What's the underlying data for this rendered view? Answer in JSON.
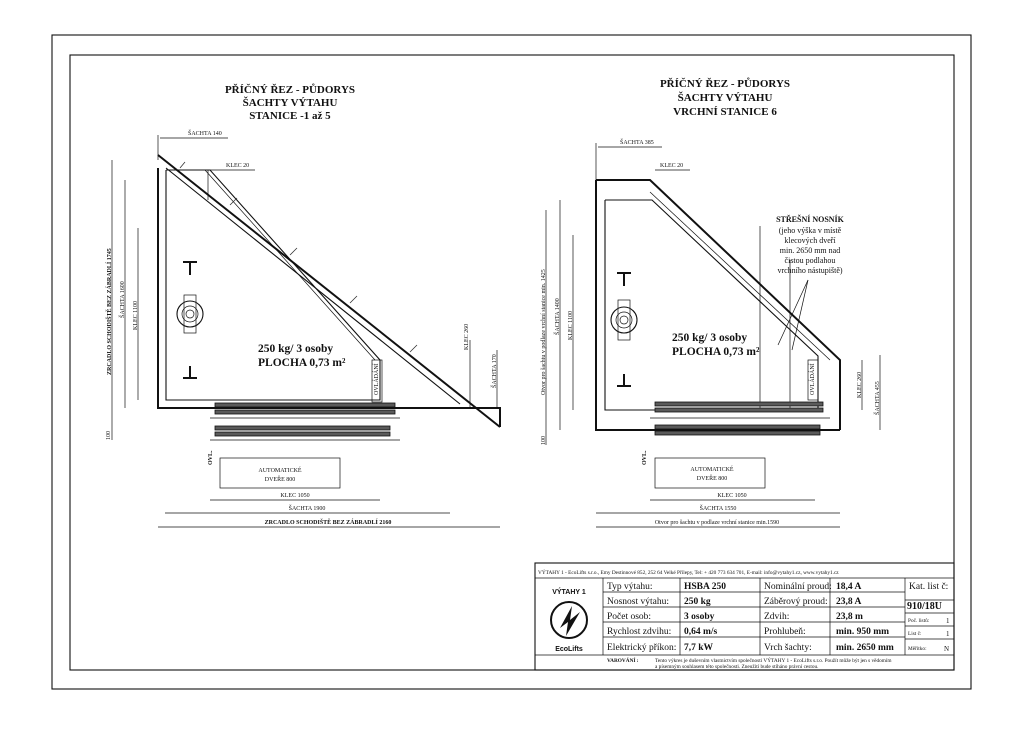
{
  "left": {
    "title_line1": "PŘÍČNÝ ŘEZ - PŮDORYS",
    "title_line2": "ŠACHTY VÝTAHU",
    "title_line3": "STANICE -1 až 5",
    "capacity": "250 kg/ 3 osoby",
    "area": "PLOCHA 0,73 m²",
    "ovladani": "OVLÁDÁNÍ",
    "ovl": "OVL.",
    "door_line1": "AUTOMATICKÉ",
    "door_line2": "DVEŘE 800",
    "dims": {
      "sachta140": "ŠACHTA 140",
      "klec20": "KLEC 20",
      "zrcadlo1745": "ZRCADLO SCHODIŠTĚ BEZ ZÁBRADLÍ 1745",
      "sachta1600": "ŠACHTA 1600",
      "klec1100": "KLEC 1100",
      "d100": "100",
      "klec260": "KLEC 260",
      "sachta170": "ŠACHTA 170",
      "klec1050": "KLEC 1050",
      "sachta1900": "ŠACHTA 1900",
      "zrcadlo2160": "ZRCADLO SCHODIŠTĚ BEZ ZÁBRADLÍ 2160"
    }
  },
  "right": {
    "title_line1": "PŘÍČNÝ ŘEZ - PŮDORYS",
    "title_line2": "ŠACHTY VÝTAHU",
    "title_line3": "VRCHNÍ STANICE 6",
    "capacity": "250 kg/ 3 osoby",
    "area": "PLOCHA 0,73 m²",
    "ovladani": "OVLÁDÁNÍ",
    "ovl": "OVL.",
    "door_line1": "AUTOMATICKÉ",
    "door_line2": "DVEŘE 800",
    "beam_note": [
      "STŘEŠNÍ NOSNÍK",
      "(jeho výška v místě",
      "klecových dveří",
      "min. 2650 mm nad",
      "čistou podlahou",
      "vrchního nástupiště)"
    ],
    "dims": {
      "sachta385": "ŠACHTA 385",
      "klec20": "KLEC 20",
      "otvor1425": "Otvor pro šachtu v podlaze vrchní stanice min. 1425",
      "sachta1400": "ŠACHTA 1400",
      "klec1100": "KLEC 1100",
      "d100": "100",
      "klec260": "KLEC 260",
      "sachta455": "ŠACHTA 455",
      "klec1050": "KLEC 1050",
      "sachta1550": "ŠACHTA 1550",
      "otvor1590": "Otvor pro šachtu v podlaze vrchní stanice min.1590"
    }
  },
  "titleblock": {
    "company_line": "VÝTAHY 1 - EcoLifts s.r.o., Emy Destinnové 852, 252 64 Velké Přílepy, Tel: + 420 773 634 701, E-mail: info@vytahy1.cz, www.vytahy1.cz",
    "logo_top": "VÝTAHY 1",
    "logo_bottom": "EcoLifts",
    "rows": [
      {
        "label": "Typ výtahu:",
        "value": "HSBA 250"
      },
      {
        "label": "Nosnost výtahu:",
        "value": "250 kg"
      },
      {
        "label": "Počet osob:",
        "value": "3 osoby"
      },
      {
        "label": "Rychlost zdvihu:",
        "value": "0,64 m/s"
      },
      {
        "label": "Elektrický příkon:",
        "value": "7,7 kW"
      }
    ],
    "rows2": [
      {
        "label": "Nominální proud:",
        "value": "18,4 A"
      },
      {
        "label": "Záběrový proud:",
        "value": "23,8 A"
      },
      {
        "label": "Zdvih:",
        "value": "23,8 m"
      },
      {
        "label": "Prohlubeň:",
        "value": "min. 950 mm"
      },
      {
        "label": "Vrch šachty:",
        "value": "min. 2650 mm"
      }
    ],
    "kat_label": "Kat. list č:",
    "kat_value": "910/18U",
    "poc_listu_label": "Poč. listů:",
    "poc_listu_value": "1",
    "list_label": "List č:",
    "list_value": "1",
    "meritko_label": "Měřítko:",
    "meritko_value": "N",
    "warning_label": "VAROVÁNÍ :",
    "warning_line1": "Tento výkres je duševním vlastnictvím společnosti VÝTAHY 1 - EcoLifts s.r.o. Použít může být jen s vědomím",
    "warning_line2": "a písemným souhlasem této společnosti. Zneužití bude stíháno právní cestou."
  }
}
